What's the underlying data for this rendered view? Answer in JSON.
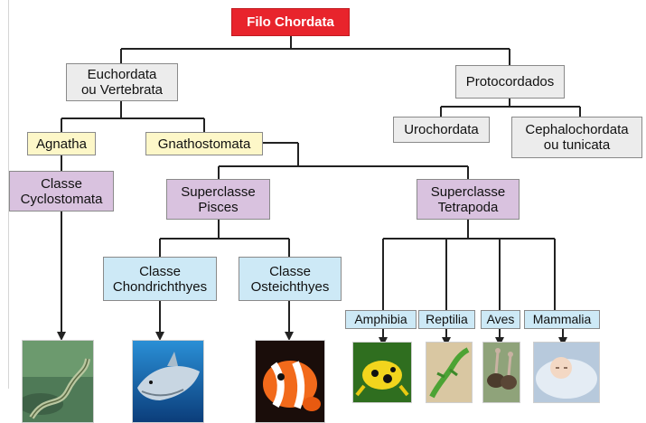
{
  "root": {
    "label": "Filo Chordata",
    "color": "#e8242c"
  },
  "level1": {
    "vertebrata": "Euchordata\nou  Vertebrata",
    "protocordados": "Protocordados"
  },
  "level2": {
    "agnatha": "Agnatha",
    "gnathostomata": "Gnathostomata",
    "urochordata": "Urochordata",
    "cephalochordata": "Cephalochordata\nou tunicata"
  },
  "level3": {
    "cyclostomata": "Classe\nCyclostomata",
    "pisces": "Superclasse\nPisces",
    "tetrapoda": "Superclasse\nTetrapoda"
  },
  "level4": {
    "chondrichthyes": "Classe\nChondrichthyes",
    "osteichthyes": "Classe\nOsteichthyes",
    "amphibia": "Amphibia",
    "reptilia": "Reptilia",
    "aves": "Aves",
    "mammalia": "Mammalia"
  },
  "photos": {
    "lamprey": "lamprey-photo",
    "shark": "shark-photo",
    "clownfish": "clownfish-photo",
    "frog": "frog-photo",
    "lizard": "lizard-photo",
    "ostrich": "ostrich-photo",
    "baby": "baby-photo"
  },
  "colors": {
    "gray_box": "#ececec",
    "yellow_box": "#fdf7c8",
    "purple_box": "#d9c2df",
    "blue_box": "#cde9f6",
    "connector": "#222222"
  }
}
